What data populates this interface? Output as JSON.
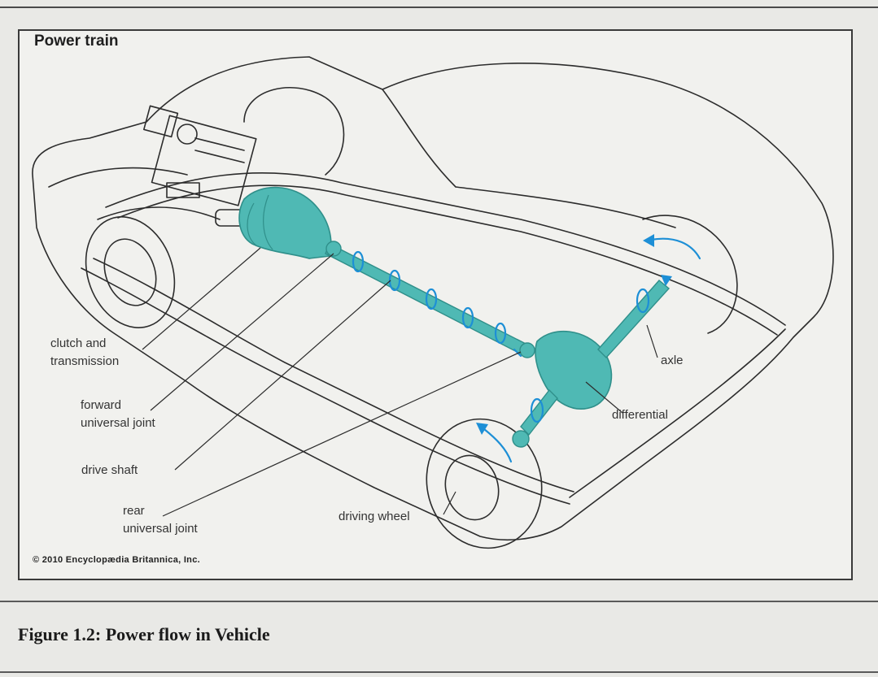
{
  "figure": {
    "title": "Power train",
    "copyright": "© 2010 Encyclopædia Britannica, Inc.",
    "caption": "Figure 1.2: Power flow in Vehicle"
  },
  "labels": {
    "clutch_and_transmission": [
      "clutch and",
      "transmission"
    ],
    "forward_universal_joint": [
      "forward",
      "universal joint"
    ],
    "drive_shaft": "drive shaft",
    "rear_universal_joint": [
      "rear",
      "universal joint"
    ],
    "driving_wheel": "driving wheel",
    "differential": "differential",
    "axle": "axle"
  },
  "colors": {
    "component_fill": "#4fb9b4",
    "component_dark": "#2f8f8a",
    "flow_arrows": "#1d8fd6",
    "line_art": "#2c2c2c"
  }
}
